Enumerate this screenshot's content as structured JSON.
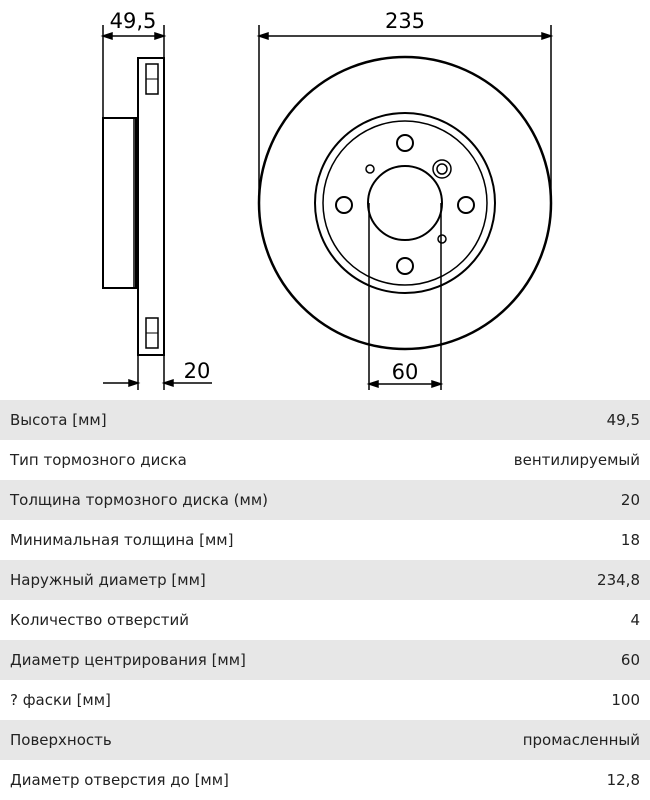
{
  "drawing": {
    "dim_height": "49,5",
    "dim_diameter": "235",
    "dim_thickness": "20",
    "dim_center": "60"
  },
  "specs": [
    {
      "label": "Высота [мм]",
      "value": "49,5"
    },
    {
      "label": "Тип тормозного диска",
      "value": "вентилируемый"
    },
    {
      "label": "Толщина тормозного диска (мм)",
      "value": "20"
    },
    {
      "label": "Минимальная толщина [мм]",
      "value": "18"
    },
    {
      "label": "Наружный диаметр [мм]",
      "value": "234,8"
    },
    {
      "label": "Количество отверстий",
      "value": "4"
    },
    {
      "label": "Диаметр центрирования [мм]",
      "value": "60"
    },
    {
      "label": "? фаски [мм]",
      "value": "100"
    },
    {
      "label": "Поверхность",
      "value": "промасленный"
    },
    {
      "label": "Диаметр отверстия до [мм]",
      "value": "12,8"
    }
  ]
}
